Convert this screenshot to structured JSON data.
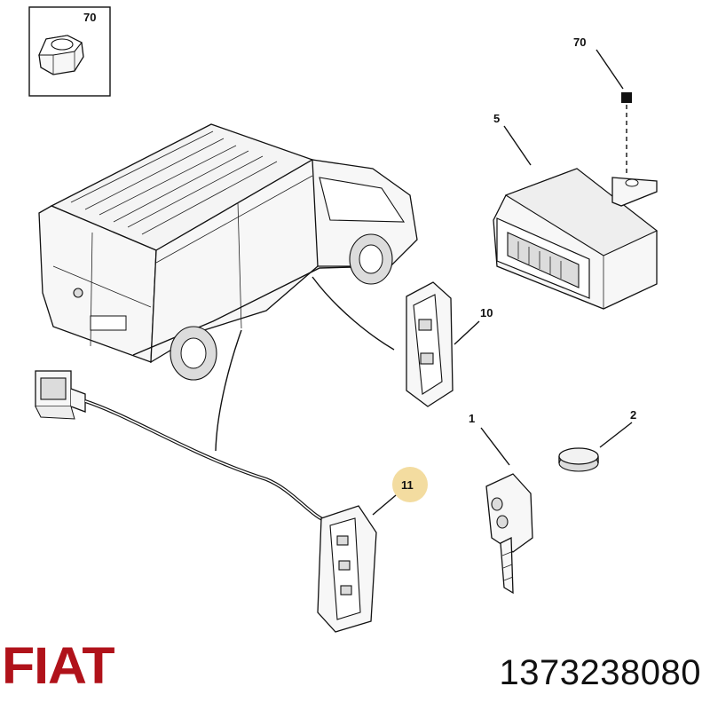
{
  "callouts": {
    "nut": "70",
    "bolt": "70",
    "module": "5",
    "switch_panel": "10",
    "battery": "2",
    "key": "1",
    "handle": "11"
  },
  "brand": {
    "logo_text": "FIAT",
    "color": "#b0121a"
  },
  "part_number": "1373238080",
  "colors": {
    "highlight_circle": "#f3dca0",
    "line": "#111111"
  }
}
